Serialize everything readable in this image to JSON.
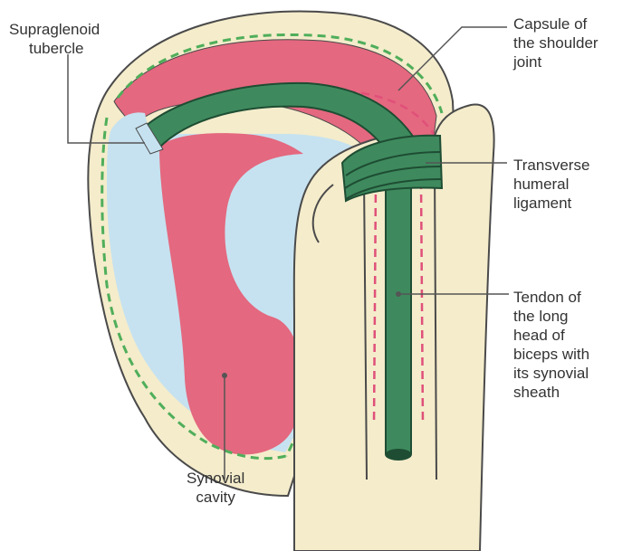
{
  "labels": {
    "supraglenoid": [
      "Supraglenoid",
      "tubercle"
    ],
    "capsule": [
      "Capsule of",
      "the shoulder",
      "joint"
    ],
    "transverse": [
      "Transverse",
      "humeral",
      "ligament"
    ],
    "tendon": [
      "Tendon of",
      "the long",
      "head of",
      "biceps with",
      "its synovial",
      "sheath"
    ],
    "synovial": [
      "Synovial",
      "cavity"
    ]
  },
  "colors": {
    "capsule_fill": "#f4eccb",
    "outline": "#4a4a4a",
    "synovial_pink": "#e4687f",
    "cavity_blue": "#c6e2f0",
    "tendon_green": "#3e8a5e",
    "tendon_dark": "#1e4d33",
    "dash_green": "#4fae5a",
    "dash_pink": "#e0507a",
    "leader_line": "#555555"
  }
}
